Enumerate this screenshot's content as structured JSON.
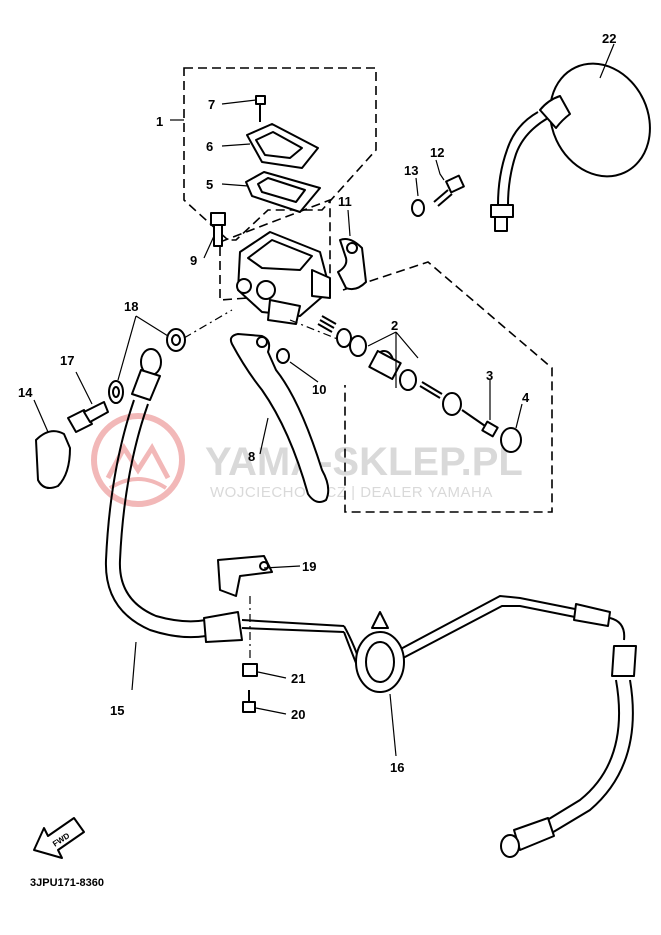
{
  "diagram": {
    "callouts": {
      "c1": "1",
      "c2": "2",
      "c3": "3",
      "c4": "4",
      "c5": "5",
      "c6": "6",
      "c7": "7",
      "c8": "8",
      "c9": "9",
      "c10": "10",
      "c11": "11",
      "c12": "12",
      "c13": "13",
      "c14": "14",
      "c15": "15",
      "c16": "16",
      "c17": "17",
      "c18": "18",
      "c19": "19",
      "c20": "20",
      "c21": "21",
      "c22": "22"
    },
    "fwd_label": "FWD",
    "diagram_code": "3JPU171-8360"
  },
  "watermark": {
    "title": "YAMA-SKLEP.PL",
    "subtitle": "WOJCIECHOWICZ | DEALER YAMAHA",
    "logo_color": "#f2b8b8",
    "text_color": "#d9d9d9"
  }
}
